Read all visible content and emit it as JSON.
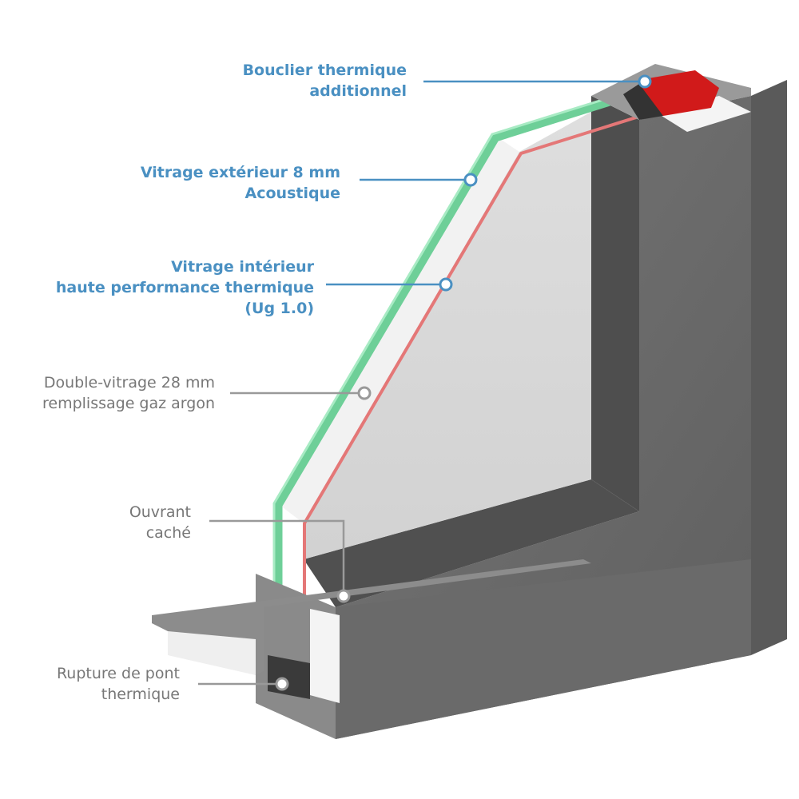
{
  "colors": {
    "blue_label": "#4a90c2",
    "grey_label": "#777777",
    "frame": "#6e6e6e",
    "frame_dark": "#555555",
    "glass_outer": "#7fd9a6",
    "glass_inner": "#e07a7a",
    "thermal_shield": "#d11a1a"
  },
  "labels": {
    "bouclier": {
      "line1": "Bouclier thermique",
      "line2": "additionnel"
    },
    "vitrage_ext": {
      "line1": "Vitrage extérieur 8 mm",
      "line2": "Acoustique"
    },
    "vitrage_int": {
      "line1": "Vitrage intérieur",
      "line2": "haute performance thermique",
      "line3": "(Ug 1.0)"
    },
    "double_vitrage": {
      "line1": "Double-vitrage 28 mm",
      "line2": "remplissage gaz argon"
    },
    "ouvrant": {
      "line1": "Ouvrant",
      "line2": "caché"
    },
    "rupture": {
      "line1": "Rupture de pont",
      "line2": "thermique"
    }
  }
}
